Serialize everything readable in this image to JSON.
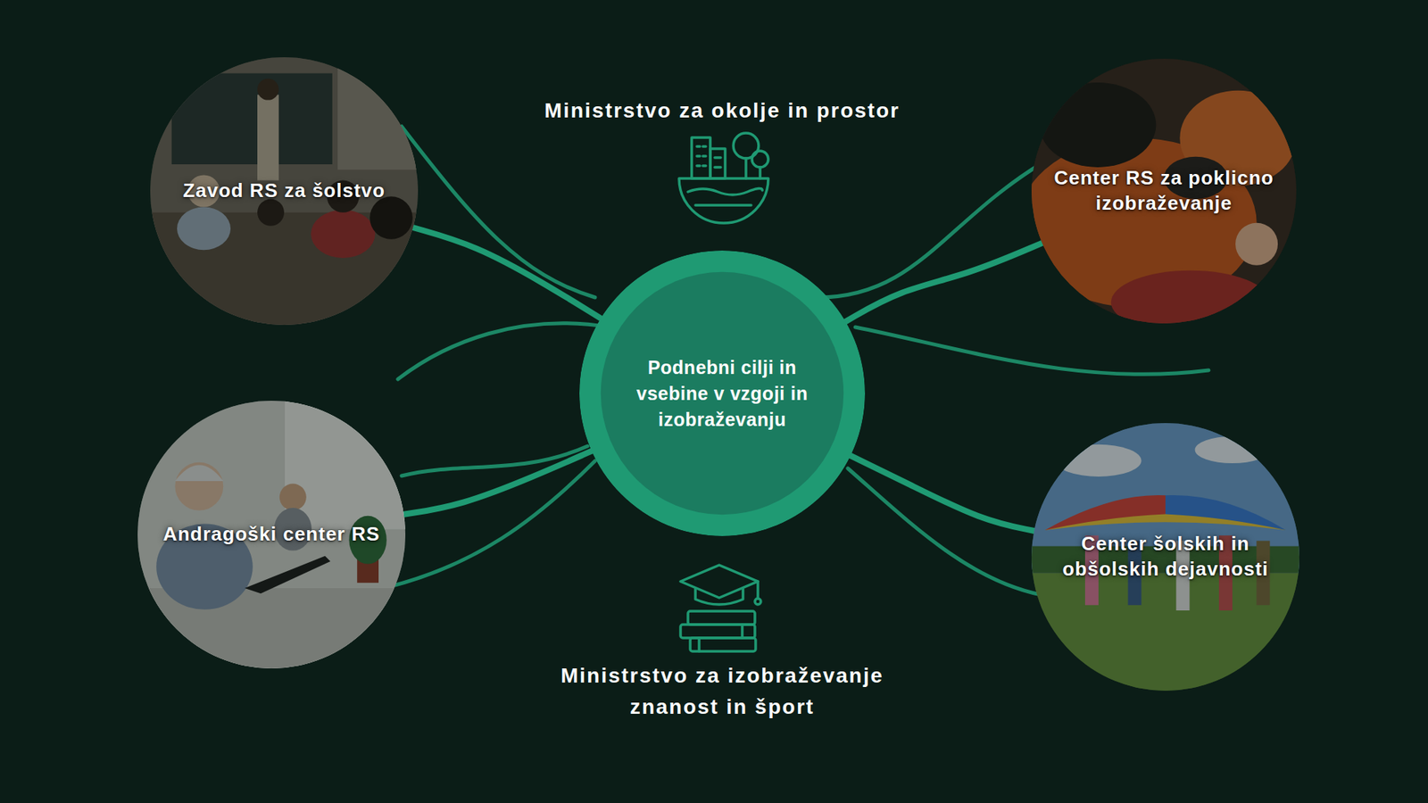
{
  "diagram": {
    "nodes": [
      {
        "text": [
          "Zavod RS za šolstvo"
        ]
      },
      {
        "text": [
          "Center RS za poklicno izobraževanje"
        ]
      },
      {
        "text": [
          "Podnebni cilji in vsebine v vzgoji in izobraževanju"
        ]
      },
      {
        "text": [
          "Andragoški center RS"
        ]
      },
      {
        "text": [
          "Center šolskih in obšolskih dejavnosti"
        ]
      }
    ],
    "edges": [
      {
        "from": 2,
        "to": 0,
        "arrow": "none"
      },
      {
        "from": 2,
        "to": 1,
        "arrow": "none"
      },
      {
        "from": 2,
        "to": 3,
        "arrow": "none"
      },
      {
        "from": 2,
        "to": 4,
        "arrow": "none"
      }
    ],
    "labels": [
      "Ministrstvo za okolje in prostor",
      "Ministrstvo za izobraževanje znanost in šport"
    ]
  }
}
